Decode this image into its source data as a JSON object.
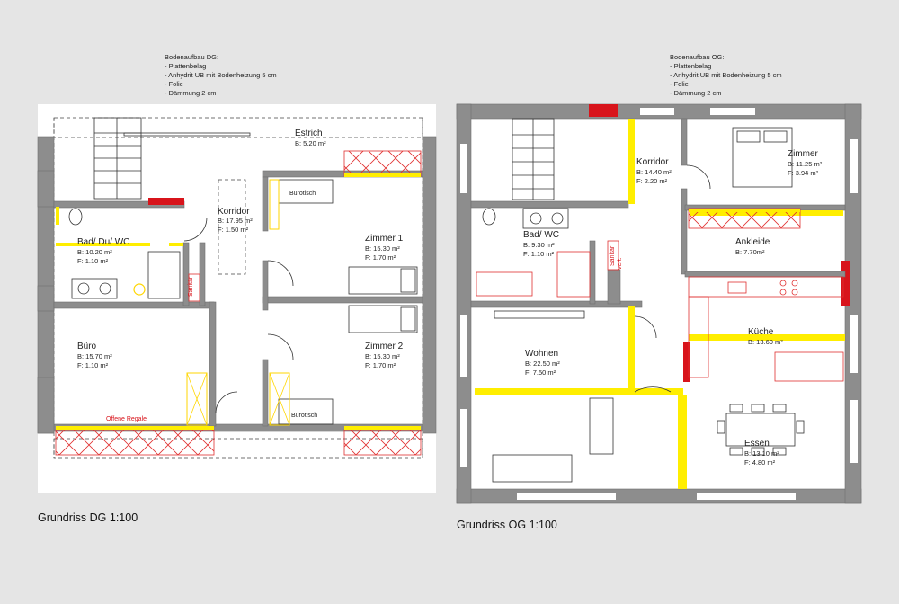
{
  "left_plan": {
    "notes": [
      "Bodenaufbau DG:",
      "- Plattenbelag",
      "- Anhydrit UB mit Bodenheizung 5 cm",
      "- Folie",
      "- Dämmung 2 cm"
    ],
    "caption": "Grundriss DG 1:100",
    "rooms": {
      "estrich": {
        "name": "Estrich",
        "area": "B: 5.20 m²"
      },
      "korridor": {
        "name": "Korridor",
        "area": "B: 17.95 m²",
        "area2": "F:   1.50 m²"
      },
      "bad": {
        "name": "Bad/ Du/ WC",
        "area": "B: 10.20 m²",
        "area2": "F:   1.10 m²"
      },
      "zimmer1": {
        "name": "Zimmer 1",
        "area": "B: 15.30 m²",
        "area2": "F:   1.70 m²"
      },
      "buero": {
        "name": "Büro",
        "area": "B: 15.70 m²",
        "area2": "F:   1.10 m²"
      },
      "zimmer2": {
        "name": "Zimmer 2",
        "area": "B: 15.30 m²",
        "area2": "F:   1.70 m²"
      }
    },
    "labels": {
      "buerotisch1": "Bürotisch",
      "buerotisch2": "Bürotisch",
      "sanitaer": "Sanitär",
      "regale": "Offene Regale"
    }
  },
  "right_plan": {
    "notes": [
      "Bodenaufbau OG:",
      "- Plattenbelag",
      "- Anhydrit UB mit Bodenheizung 5 cm",
      "- Folie",
      "- Dämmung 2 cm"
    ],
    "caption": "Grundriss OG 1:100",
    "rooms": {
      "korridor": {
        "name": "Korridor",
        "area": "B: 14.40 m²",
        "area2": "F:  2.20 m²"
      },
      "zimmer": {
        "name": "Zimmer",
        "area": "B: 11.25 m²",
        "area2": "F:   3.94 m²"
      },
      "bad": {
        "name": "Bad/ WC",
        "area": "B: 9.30 m²",
        "area2": "F: 1.10 m²"
      },
      "ankleide": {
        "name": "Ankleide",
        "area": "B: 7.70m²"
      },
      "kueche": {
        "name": "Küche",
        "area": "B: 13.60 m²"
      },
      "wohnen": {
        "name": "Wohnen",
        "area": "B: 22.50 m²",
        "area2": "F:   7.50 m²"
      },
      "essen": {
        "name": "Essen",
        "area": "B: 13.10 m²",
        "area2": "F:   4.80 m²"
      }
    },
    "labels": {
      "sanitaer": "Sanitär",
      "vert": "vert."
    }
  },
  "colors": {
    "wall": "#8d8d8d",
    "heating": "#ffee00",
    "fire": "#d8141b",
    "cabinet": "#e03030"
  }
}
